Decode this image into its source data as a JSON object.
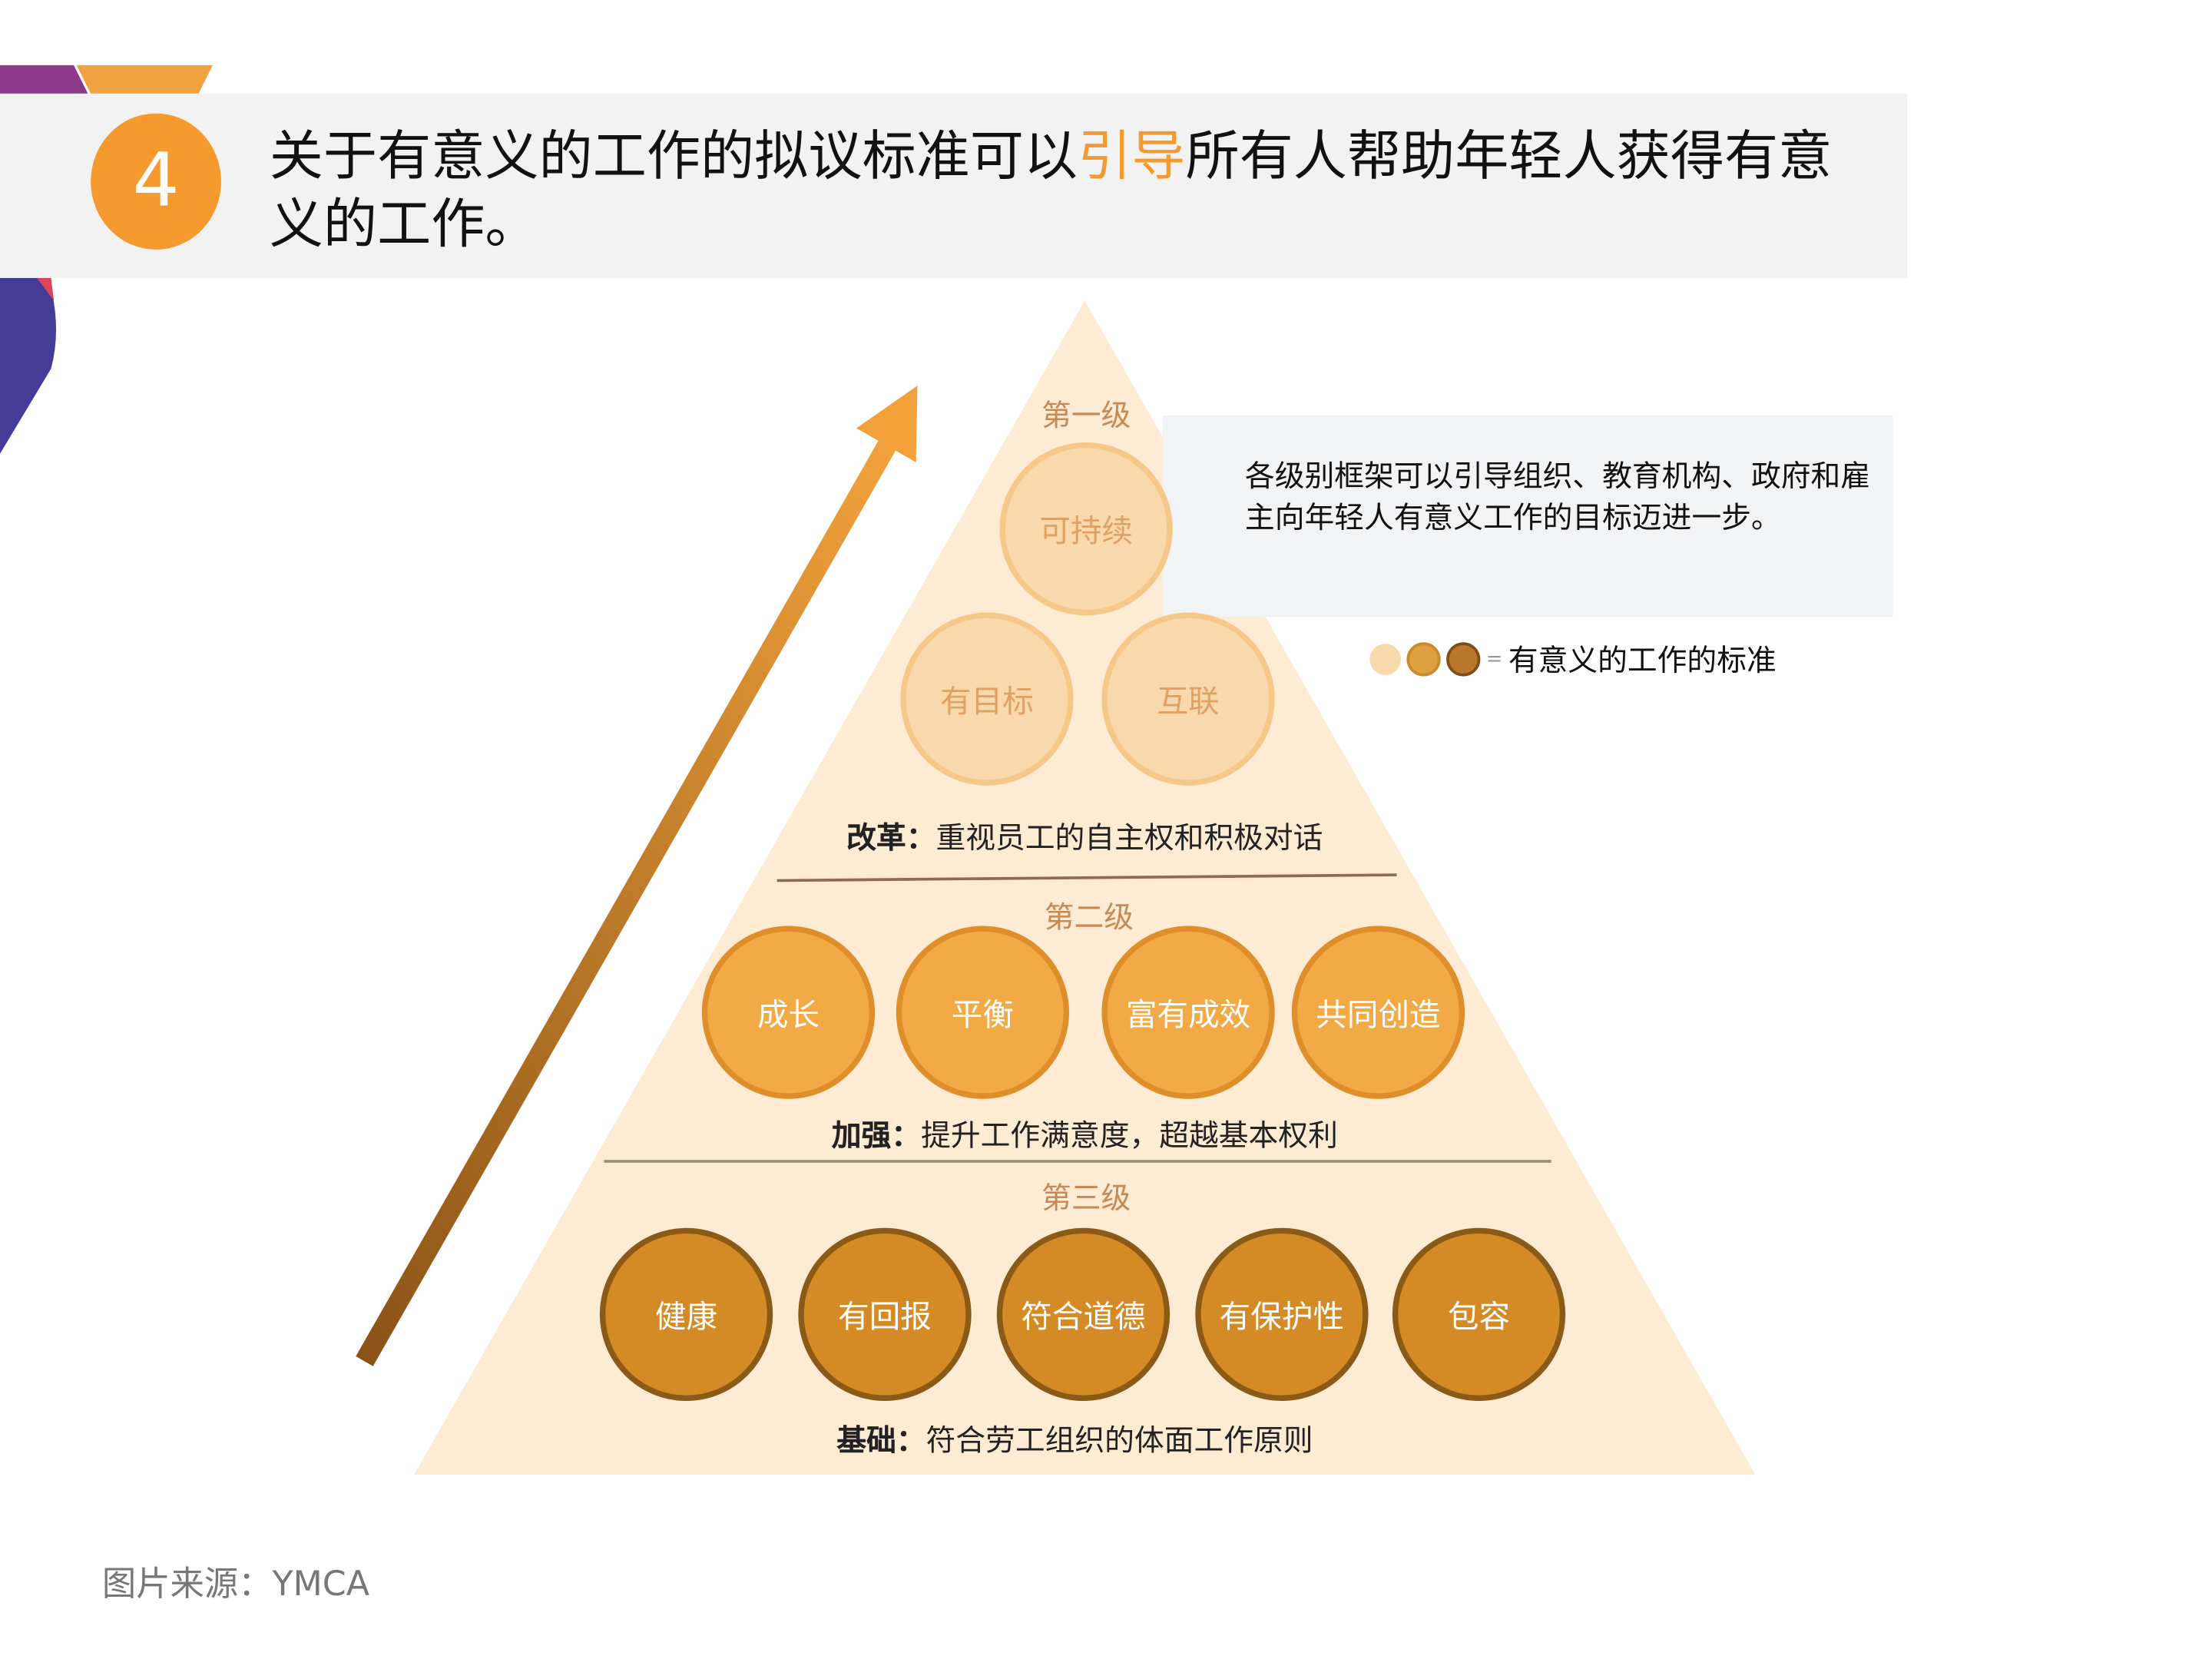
{
  "header": {
    "number": "4",
    "title_before": "关于有意义的工作的拟议标准可以",
    "title_highlight": "引导",
    "title_after": "所有人帮助年轻人获得有意义的工作。"
  },
  "note": "各级别框架可以引导组织、教育机构、政府和雇主向年轻人有意义工作的目标迈进一步。",
  "legend": {
    "label": "有意义的工作的标准",
    "colors": [
      "#f7d9ac",
      "#e0a040",
      "#a8691c"
    ]
  },
  "pyramid": {
    "levels": [
      {
        "name": "第一级",
        "items": [
          "可持续",
          "有目标",
          "互联"
        ],
        "desc_bold": "改革：",
        "desc": "重视员工的自主权和积极对话"
      },
      {
        "name": "第二级",
        "items": [
          "成长",
          "平衡",
          "富有成效",
          "共同创造"
        ],
        "desc_bold": "加强：",
        "desc": "提升工作满意度，超越基本权利"
      },
      {
        "name": "第三级",
        "items": [
          "健康",
          "有回报",
          "符合道德",
          "有保护性",
          "包容"
        ],
        "desc_bold": "基础：",
        "desc": "符合劳工组织的体面工作原则"
      }
    ]
  },
  "source": "图片来源：YMCA"
}
